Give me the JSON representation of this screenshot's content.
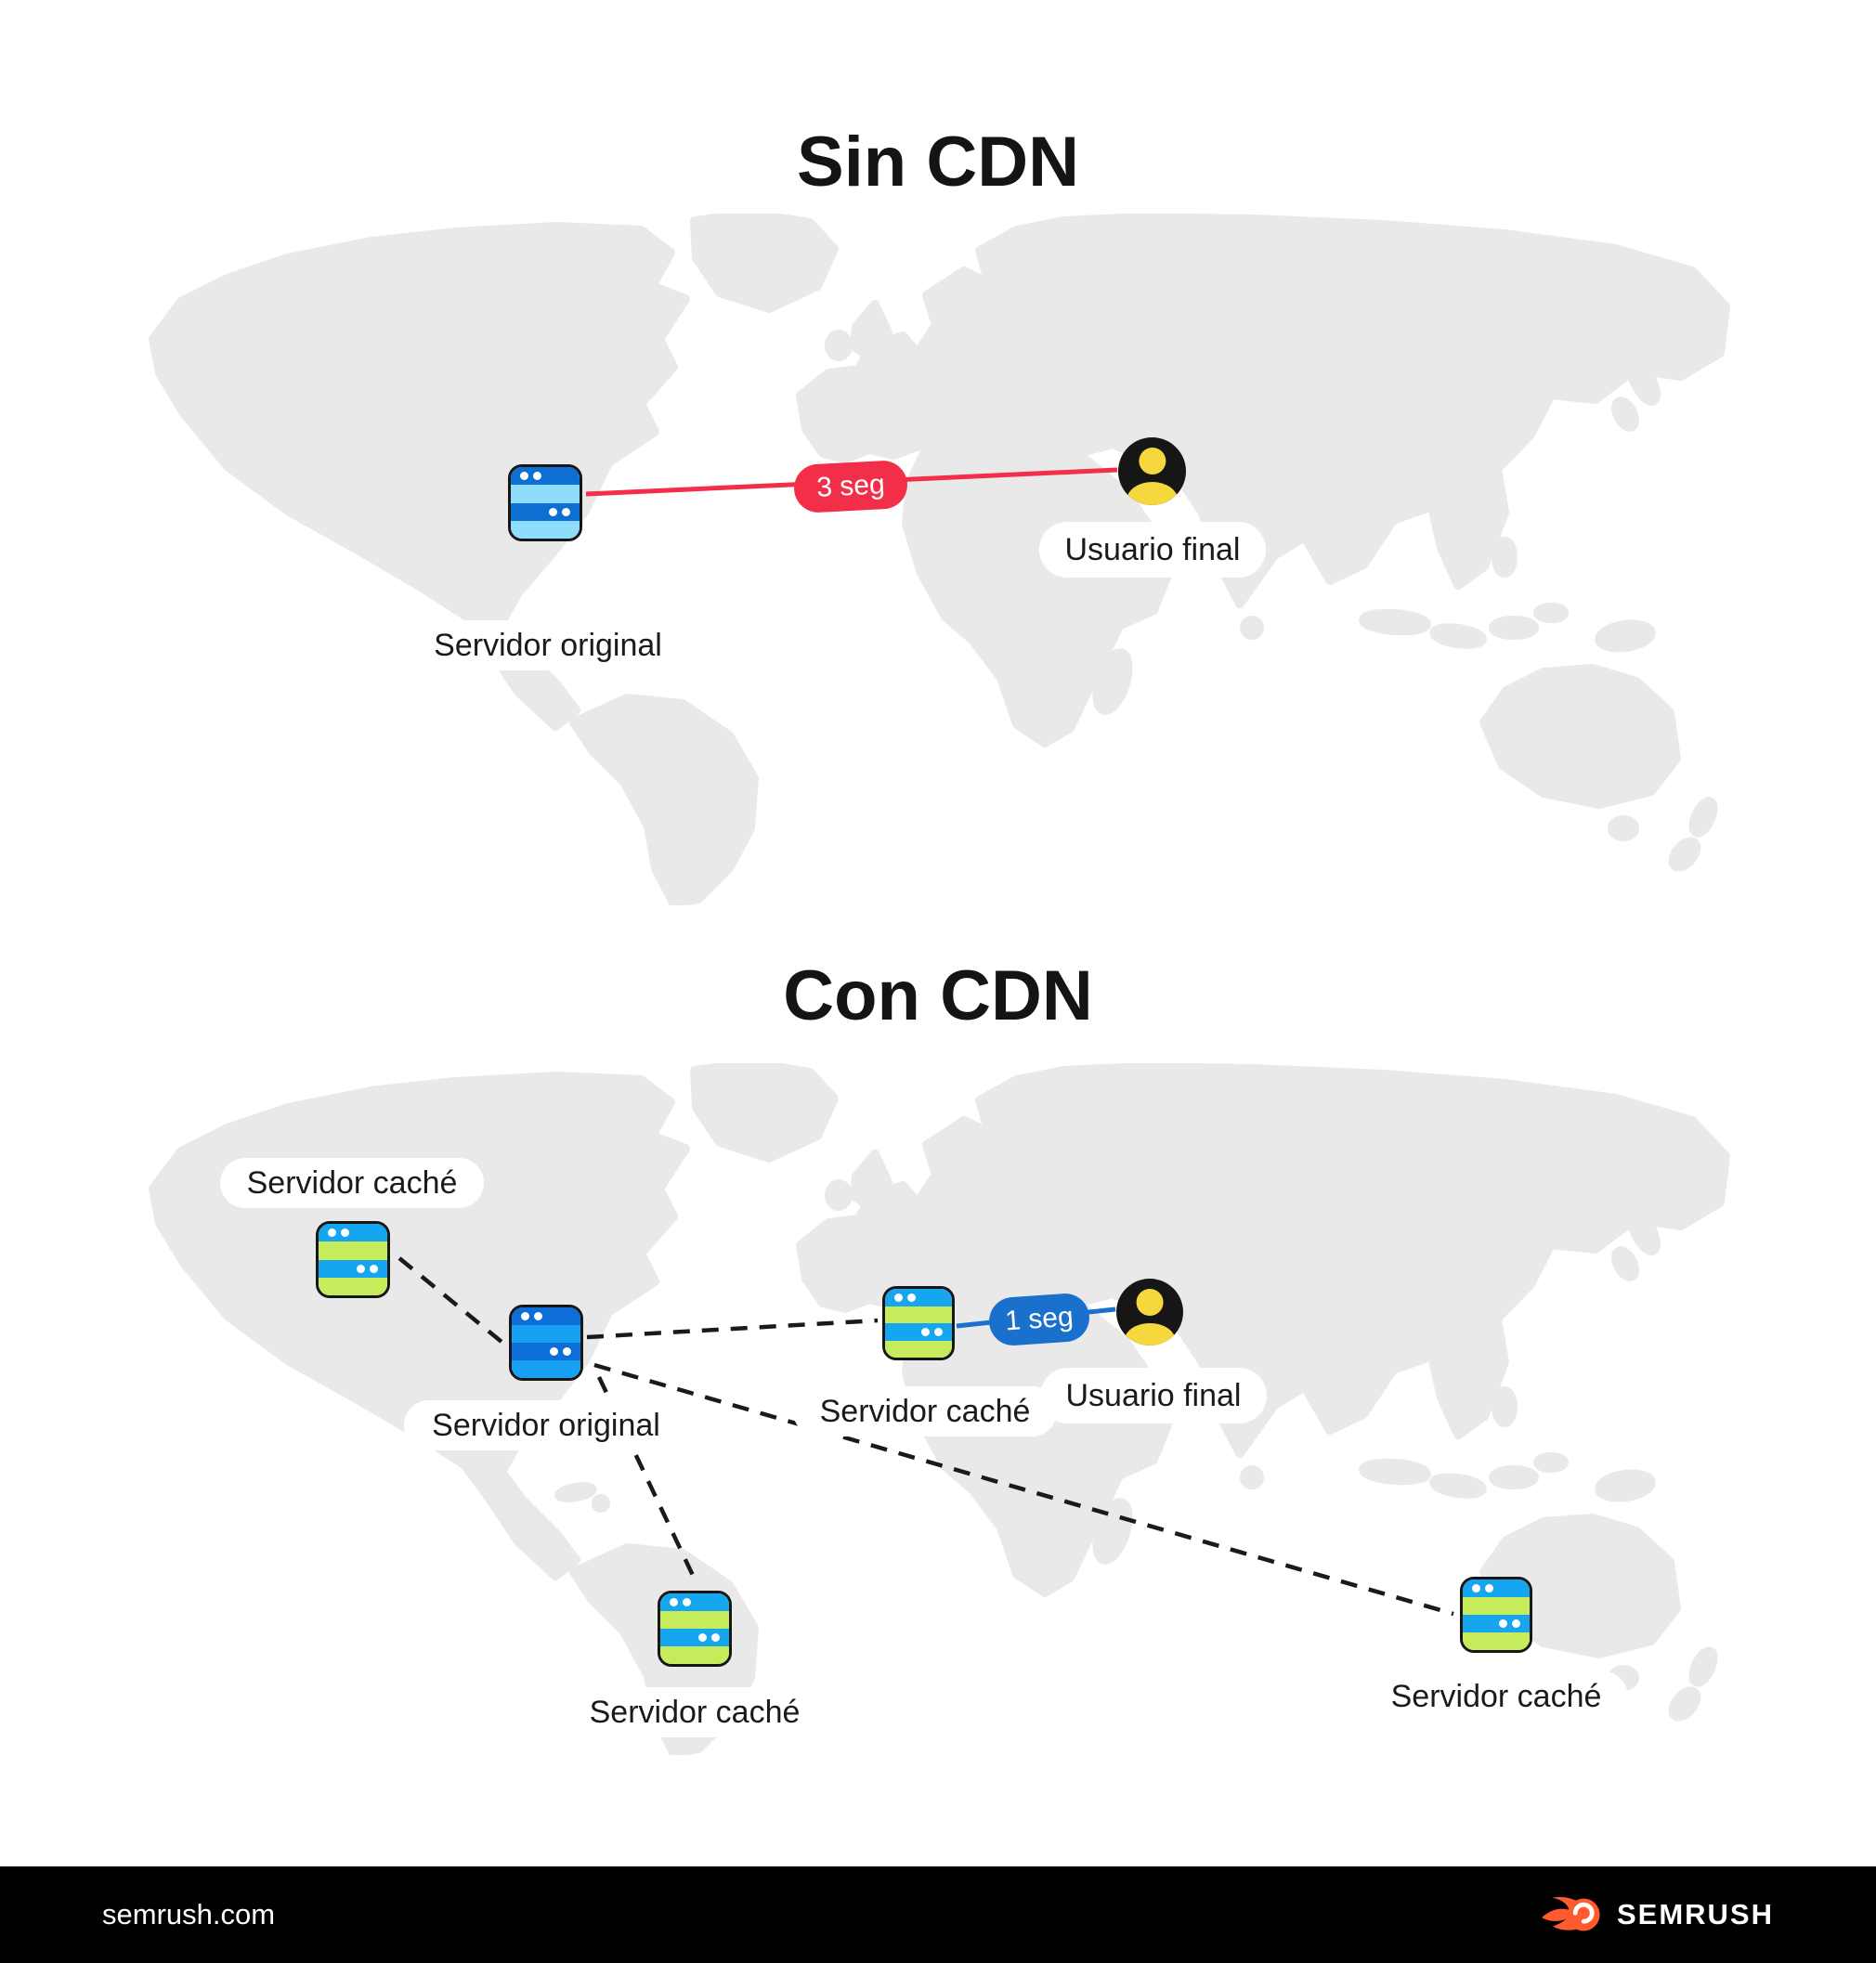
{
  "header": {
    "title_without_cdn": "Sin CDN",
    "title_with_cdn": "Con CDN"
  },
  "map_without_cdn": {
    "origin_server_label": "Servidor original",
    "end_user_label": "Usuario final",
    "latency_badge": "3 seg"
  },
  "map_with_cdn": {
    "origin_server_label": "Servidor original",
    "end_user_label": "Usuario final",
    "latency_badge": "1 seg",
    "cache_server_labels": [
      "Servidor caché",
      "Servidor caché",
      "Servidor caché",
      "Servidor caché"
    ]
  },
  "footer": {
    "website": "semrush.com",
    "brand": "SEMRUSH"
  },
  "icons": {
    "origin_server": "server-stack-icon",
    "cache_server": "striped-server-icon",
    "end_user": "person-avatar-icon",
    "brand": "semrush-flame-icon"
  },
  "colors": {
    "accent_red": "#f22e48",
    "accent_blue": "#1a70cd",
    "origin_server_dark_blue": "#0d6fd2",
    "origin_server_light_blue": "#8fdcfb",
    "origin_server_bright_blue": "#16a1f2",
    "cache_server_blue": "#16a6ef",
    "cache_server_green": "#c6eb5b",
    "user_yellow": "#f6d73e",
    "map_gray": "#e9e9e9",
    "footer_black": "#000000"
  }
}
